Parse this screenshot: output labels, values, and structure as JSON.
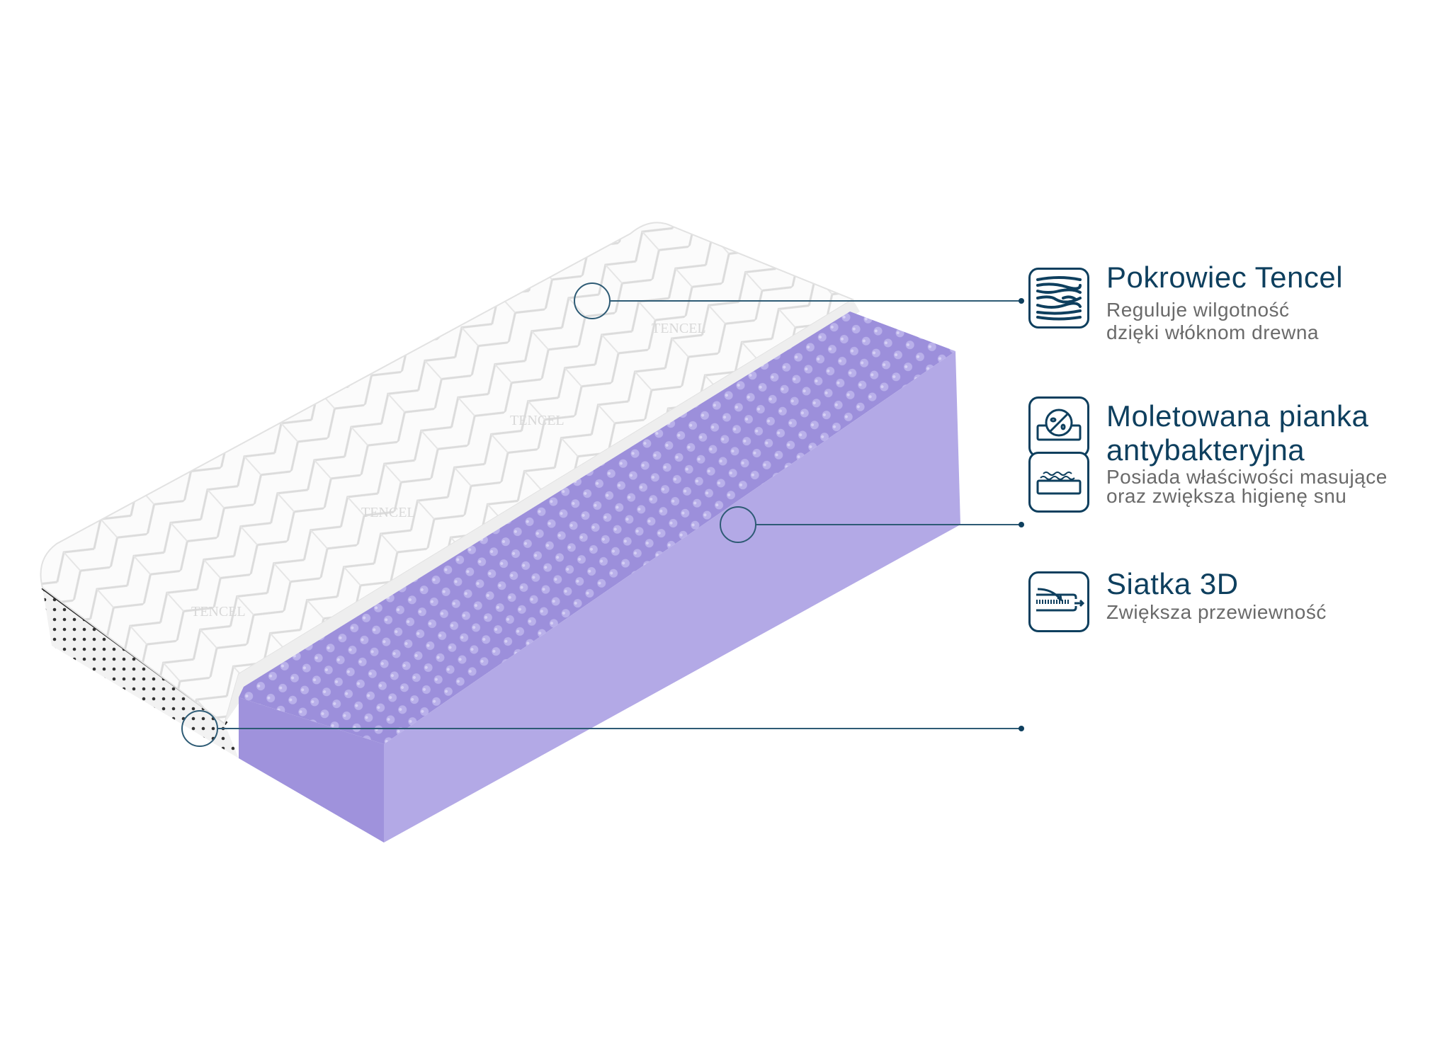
{
  "colors": {
    "accent": "#0e3f5e",
    "text_secondary": "#6a6a6a",
    "foam": "#a99de0",
    "leader_line": "#2e5b75"
  },
  "features": [
    {
      "icon": "wood-fiber-icon",
      "title": "Pokrowiec Tencel",
      "desc_lines": [
        "Reguluje wilgotność",
        "dzięki włóknom drewna"
      ]
    },
    {
      "icon": "antibacterial-foam-icon",
      "icon2": "massage-foam-icon",
      "title_lines": [
        "Moletowana pianka",
        "antybakteryjna"
      ],
      "desc_lines": [
        "Posiada właściwości masujące",
        "oraz zwiększa higienę snu"
      ]
    },
    {
      "icon": "airflow-mesh-icon",
      "title": "Siatka 3D",
      "desc_lines": [
        "Zwiększa przewiewność"
      ]
    }
  ],
  "mattress": {
    "cover_brand_text": "TENCEL"
  }
}
